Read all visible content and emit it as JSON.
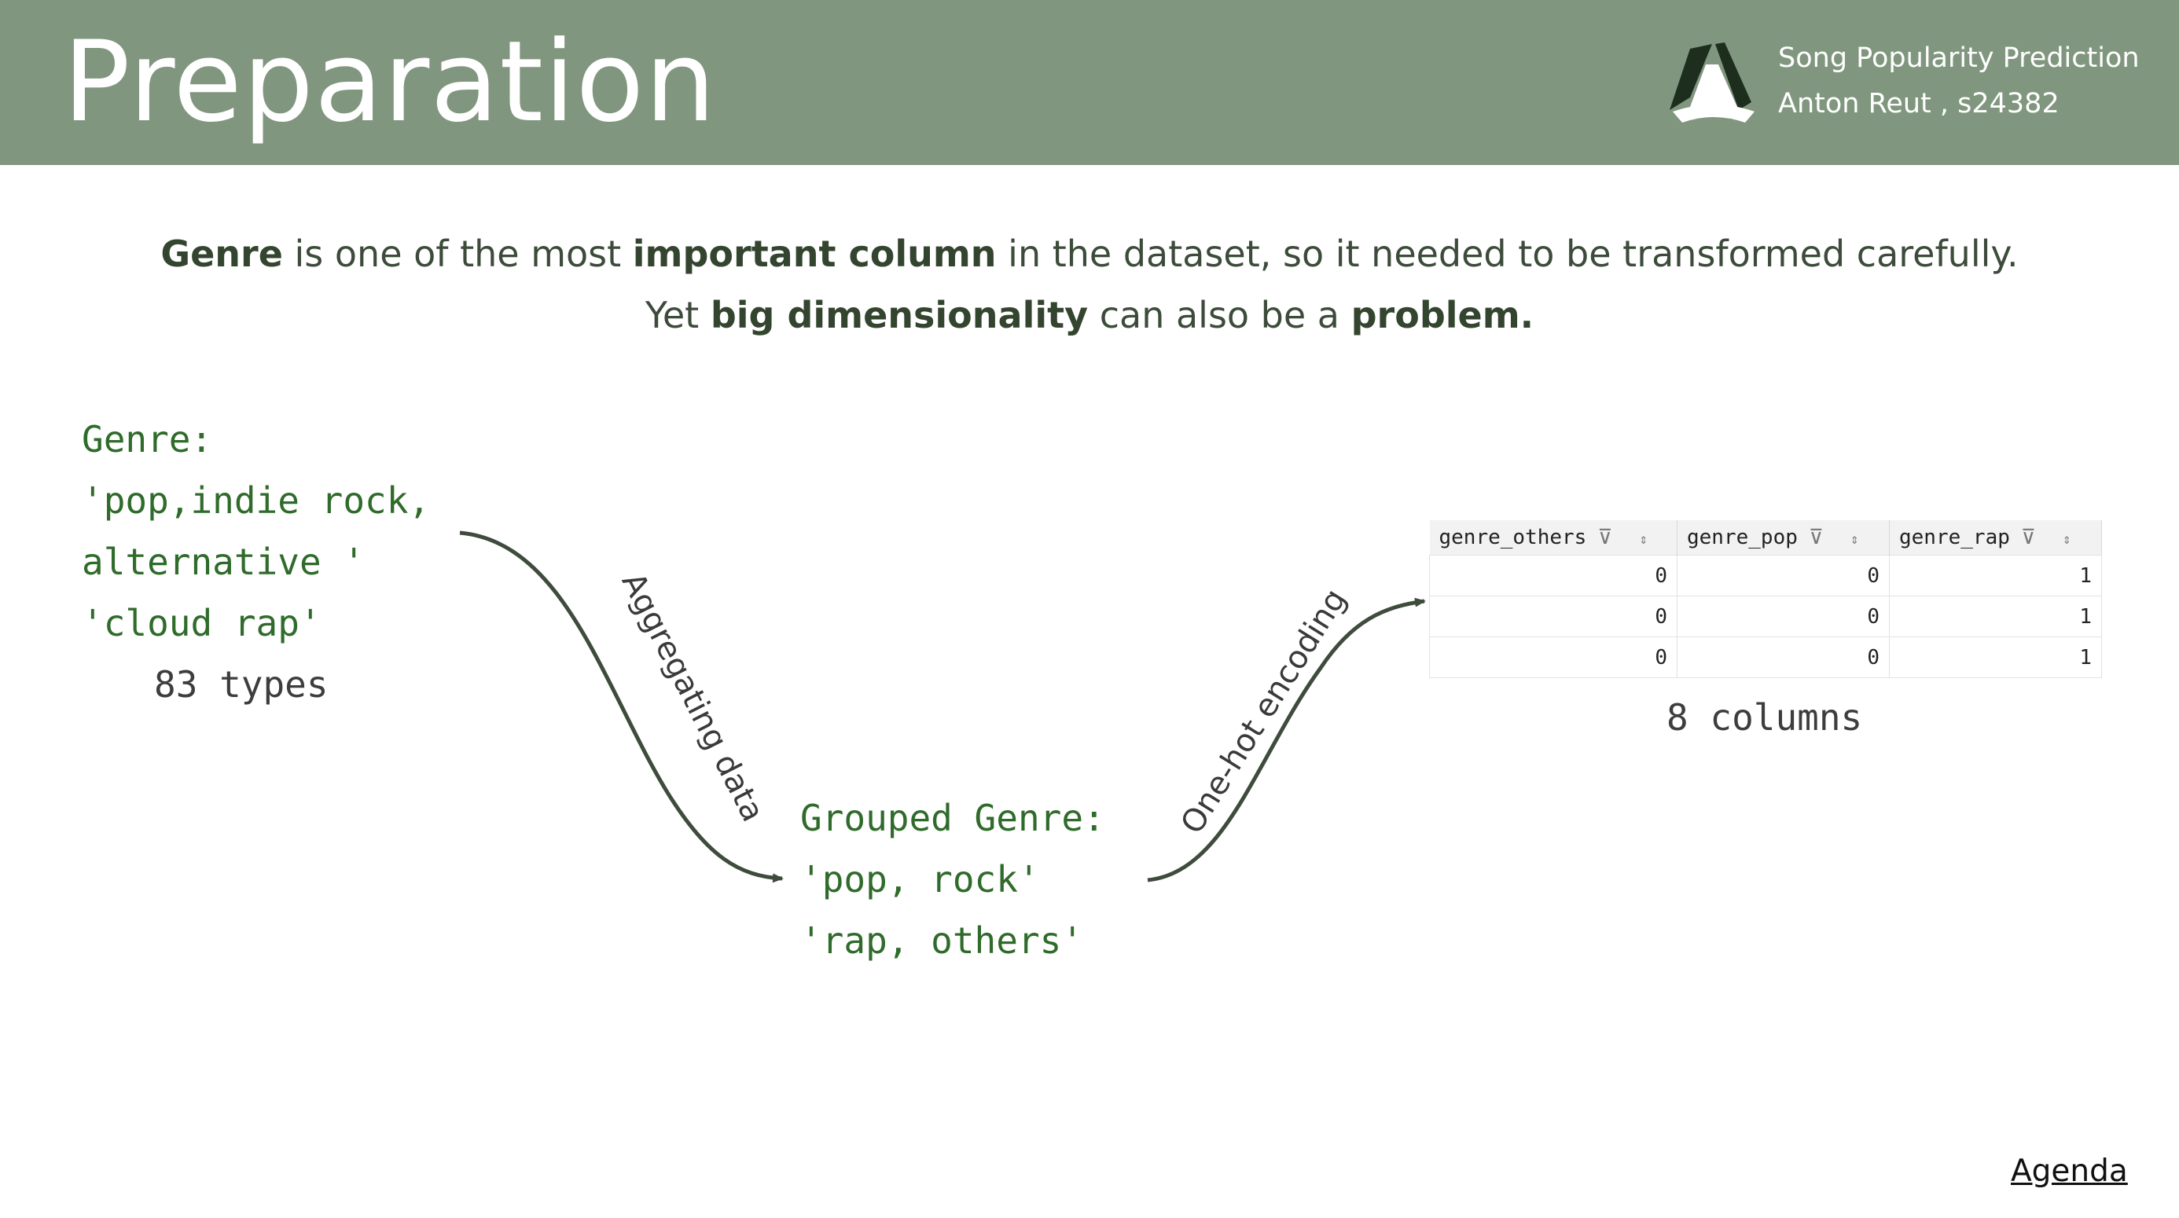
{
  "header": {
    "title": "Preparation",
    "project": "Song Popularity Prediction",
    "author": "Anton Reut , s24382",
    "logo_icon": "university-logo-icon"
  },
  "intro": {
    "line1": [
      {
        "text": "Genre",
        "bold": true
      },
      {
        "text": " is one of the most ",
        "bold": false
      },
      {
        "text": "important column",
        "bold": true
      },
      {
        "text": " in the dataset, so it needed to be transformed carefully.",
        "bold": false
      }
    ],
    "line2": [
      {
        "text": "Yet ",
        "bold": false
      },
      {
        "text": "big dimensionality",
        "bold": true
      },
      {
        "text": " can also be a ",
        "bold": false
      },
      {
        "text": "problem.",
        "bold": true
      }
    ]
  },
  "original": {
    "label": "Genre:",
    "example1_a": "'pop,indie rock,",
    "example1_b": "alternative '",
    "example2": "'cloud rap'",
    "count": "83 types"
  },
  "steps": {
    "aggregate": "Aggregating data",
    "encode": "One-hot encoding"
  },
  "grouped": {
    "label": "Grouped Genre:",
    "line1": "'pop, rock'",
    "line2": "'rap, others'"
  },
  "table": {
    "columns": [
      "genre_others",
      "genre_pop",
      "genre_rap"
    ],
    "rows": [
      [
        "0",
        "0",
        "1"
      ],
      [
        "0",
        "0",
        "1"
      ],
      [
        "0",
        "0",
        "1"
      ]
    ],
    "caption": "8 columns"
  },
  "footer": {
    "agenda_link": "Agenda"
  },
  "colors": {
    "header_bg": "#80967e",
    "code_green": "#2f6b2a",
    "arrow": "#3e4c3c"
  }
}
